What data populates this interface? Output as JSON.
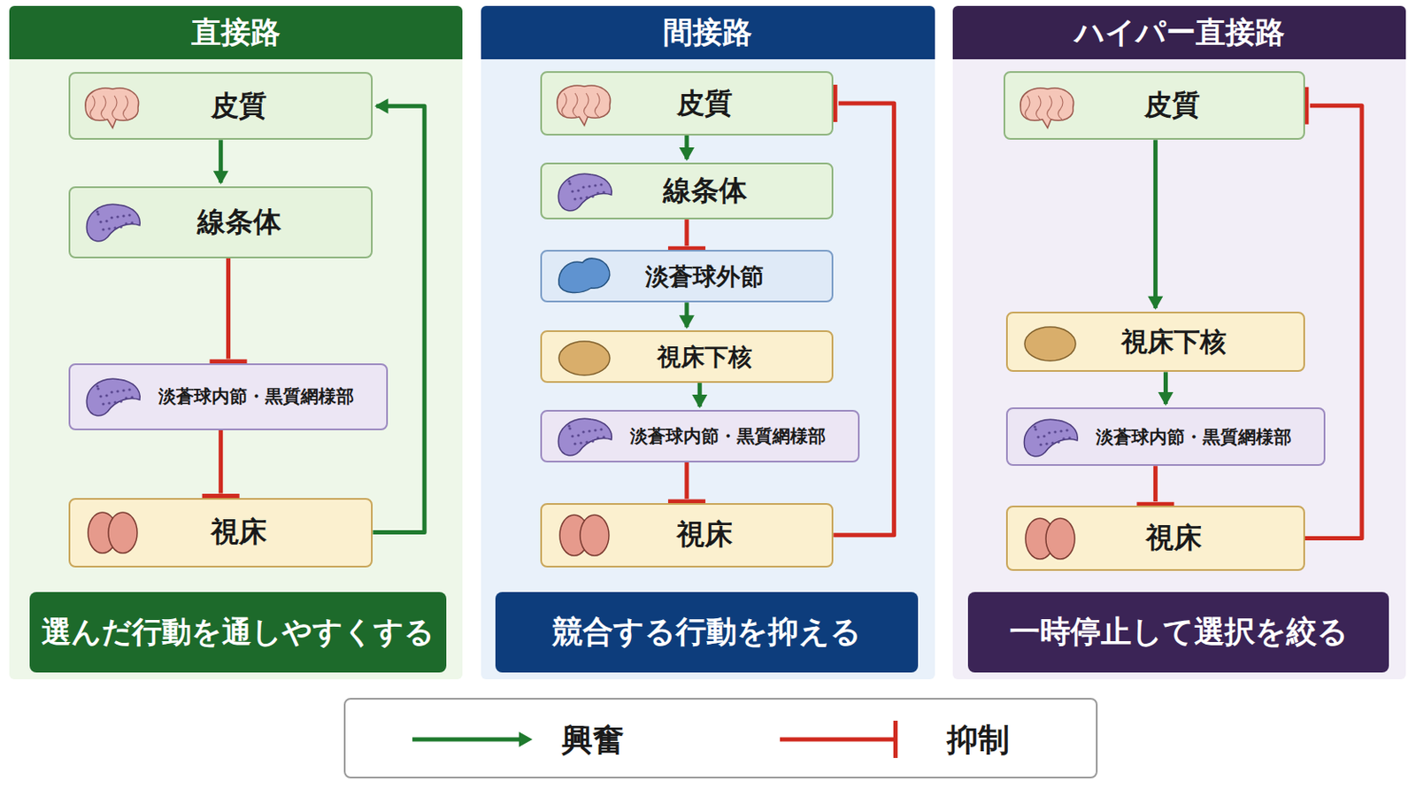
{
  "diagram": {
    "nodes": [
      {
        "text": [
          "直接路"
        ]
      },
      {
        "text": [
          "皮質"
        ],
        "in": 0
      },
      {
        "text": [
          "線条体"
        ],
        "in": 0
      },
      {
        "text": [
          "淡蒼球内節・黒質網様部"
        ],
        "in": 0
      },
      {
        "text": [
          "視床"
        ],
        "in": 0
      },
      {
        "text": [
          "選んだ行動を通しやすくする"
        ],
        "in": 0
      },
      {
        "text": [
          "間接路"
        ]
      },
      {
        "text": [
          "皮質"
        ],
        "in": 6
      },
      {
        "text": [
          "線条体"
        ],
        "in": 6
      },
      {
        "text": [
          "淡蒼球外節"
        ],
        "in": 6
      },
      {
        "text": [
          "視床下核"
        ],
        "in": 6
      },
      {
        "text": [
          "淡蒼球内節・黒質網様部"
        ],
        "in": 6
      },
      {
        "text": [
          "視床"
        ],
        "in": 6
      },
      {
        "text": [
          "競合する行動を抑える"
        ],
        "in": 6
      },
      {
        "text": [
          "ハイパー直接路"
        ]
      },
      {
        "text": [
          "皮質"
        ],
        "in": 14
      },
      {
        "text": [
          "視床下核"
        ],
        "in": 14
      },
      {
        "text": [
          "淡蒼球内節・黒質網様部"
        ],
        "in": 14
      },
      {
        "text": [
          "視床"
        ],
        "in": 14
      },
      {
        "text": [
          "一時停止して選択を絞る"
        ],
        "in": 14
      }
    ],
    "edges": [
      {
        "from": 1,
        "to": 2,
        "arrow": "to"
      },
      {
        "from": 2,
        "to": 3,
        "arrow": "to"
      },
      {
        "from": 3,
        "to": 4,
        "arrow": "to"
      },
      {
        "from": 4,
        "to": 1,
        "arrow": "to"
      },
      {
        "from": 7,
        "to": 8,
        "arrow": "to"
      },
      {
        "from": 8,
        "to": 9,
        "arrow": "to"
      },
      {
        "from": 9,
        "to": 10,
        "arrow": "to"
      },
      {
        "from": 10,
        "to": 11,
        "arrow": "to"
      },
      {
        "from": 11,
        "to": 12,
        "arrow": "to"
      },
      {
        "from": 12,
        "to": 7,
        "arrow": "to"
      },
      {
        "from": 15,
        "to": 16,
        "arrow": "to"
      },
      {
        "from": 16,
        "to": 17,
        "arrow": "to"
      },
      {
        "from": 17,
        "to": 18,
        "arrow": "to"
      },
      {
        "from": 18,
        "to": 15,
        "arrow": "to"
      }
    ],
    "legend": [
      {
        "text": "興奮"
      },
      {
        "text": "抑制"
      }
    ]
  }
}
